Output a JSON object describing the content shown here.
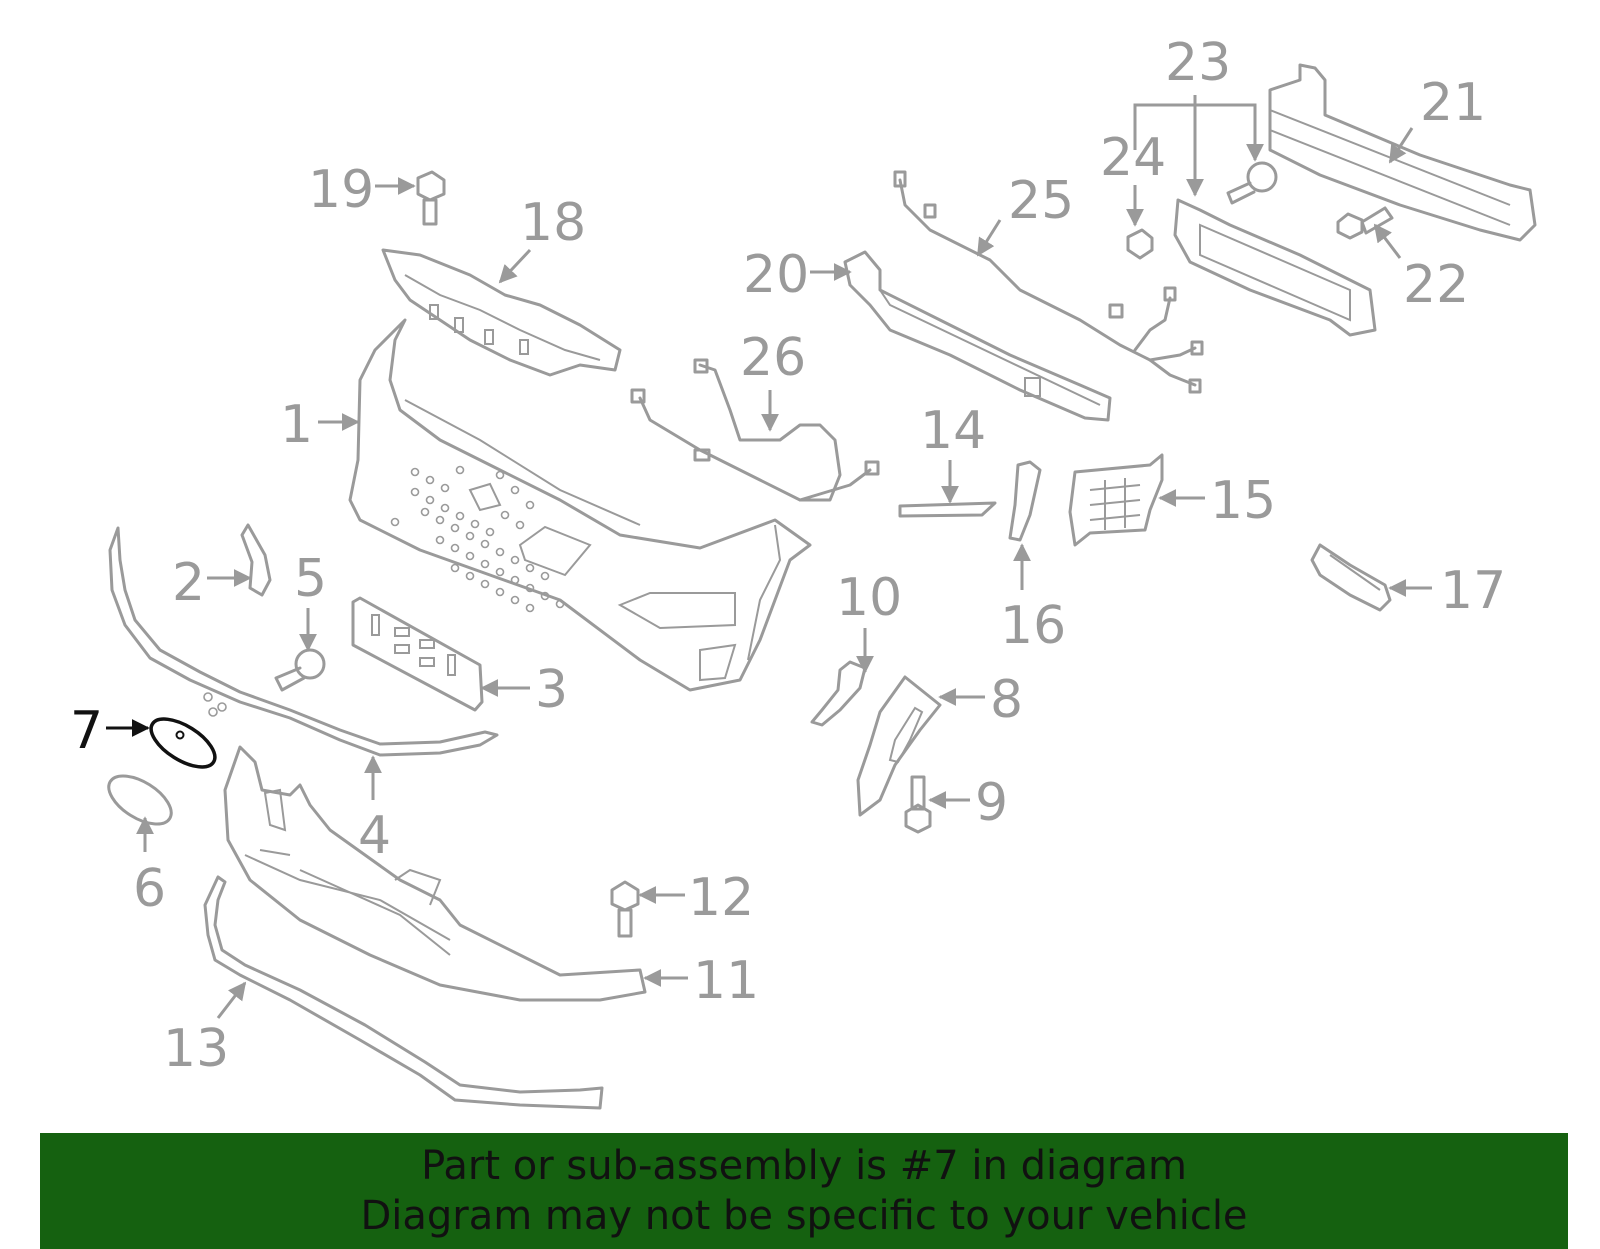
{
  "footer": {
    "line1": "Part or sub-assembly is #7 in diagram",
    "line2": "Diagram may not be specific to your vehicle"
  },
  "callouts": {
    "c1": "1",
    "c2": "2",
    "c3": "3",
    "c4": "4",
    "c5": "5",
    "c6": "6",
    "c7": "7",
    "c8": "8",
    "c9": "9",
    "c10": "10",
    "c11": "11",
    "c12": "12",
    "c13": "13",
    "c14": "14",
    "c15": "15",
    "c16": "16",
    "c17": "17",
    "c18": "18",
    "c19": "19",
    "c20": "20",
    "c21": "21",
    "c22": "22",
    "c23": "23",
    "c24": "24",
    "c25": "25",
    "c26": "26"
  },
  "highlighted_part": "7",
  "colors": {
    "part_stroke": "#9a9a9a",
    "highlight": "#111111",
    "banner": "#156110"
  }
}
